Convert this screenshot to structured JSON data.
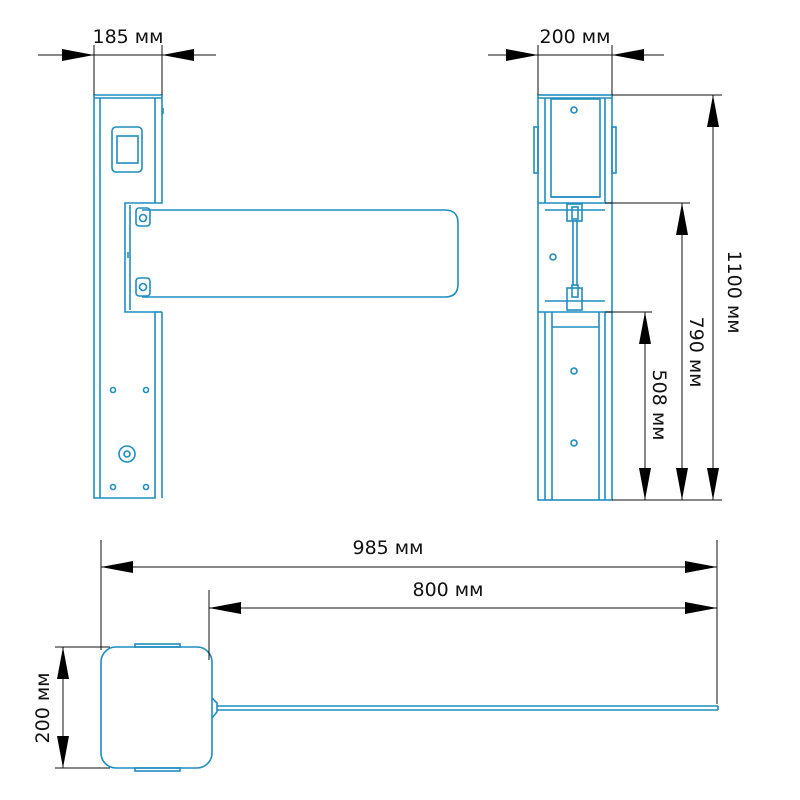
{
  "dimensions": {
    "front_width": "185 мм",
    "side_width": "200 мм",
    "total_height": "1100 мм",
    "arm_top_height": "790 мм",
    "arm_bottom_height": "508 мм",
    "overall_length": "985 мм",
    "arm_length": "800 мм",
    "plan_width": "200 мм"
  },
  "colors": {
    "outline": "#1f8dc0",
    "dimension": "#111111"
  }
}
